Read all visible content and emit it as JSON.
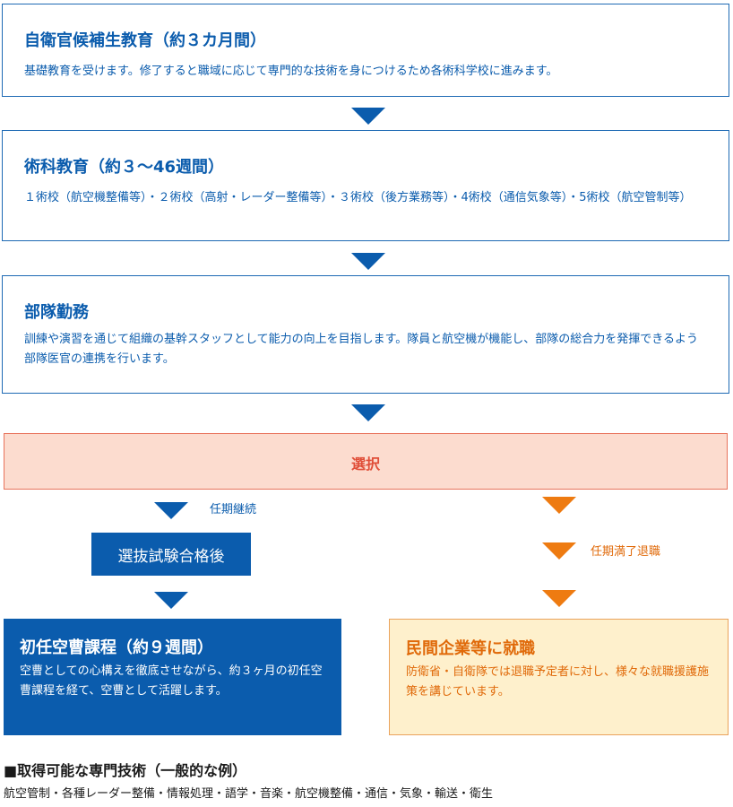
{
  "stages": [
    {
      "title": "自衛官候補生教育（約３カ月間）",
      "description": "基礎教育を受けます。修了すると職域に応じて専門的な技術を身につけるため各術科学校に進みます。"
    },
    {
      "title": "術科教育（約３〜46週間）",
      "description": "１術校（航空機整備等）・２術校（高射・レーダー整備等）・３術校（後方業務等）・4術校（通信気象等）・5術校（航空管制等）"
    },
    {
      "title": "部隊勤務",
      "description": "訓練や演習を通じて組織の基幹スタッフとして能力の向上を目指します。隊員と航空機が機能し、部隊の総合力を発揮できるよう部隊医官の連携を行います。"
    }
  ],
  "selection": {
    "label": "選択"
  },
  "continue_path": {
    "label": "任期継続",
    "exam_label": "選抜試験合格後",
    "result_title": "初任空曹課程（約９週間）",
    "result_description": "空曹としての心構えを徹底させながら、約３ヶ月の初任空曹課程を経て、空曹として活躍します。"
  },
  "retire_path": {
    "label": "任期満了退職",
    "result_title": "民間企業等に就職",
    "result_description": "防衛省・自衛隊では退職予定者に対し、様々な就職援護施策を講じています。"
  },
  "skills": {
    "heading": "■取得可能な専門技術（一般的な例）",
    "list": "航空管制・各種レーダー整備・情報処理・語学・音楽・航空機整備・通信・気象・輸送・衛生"
  },
  "colors": {
    "primary_blue": "#0b5cad",
    "orange": "#ee7b11",
    "selection_bg": "#fcdccf",
    "retire_bg": "#fef0cc"
  }
}
